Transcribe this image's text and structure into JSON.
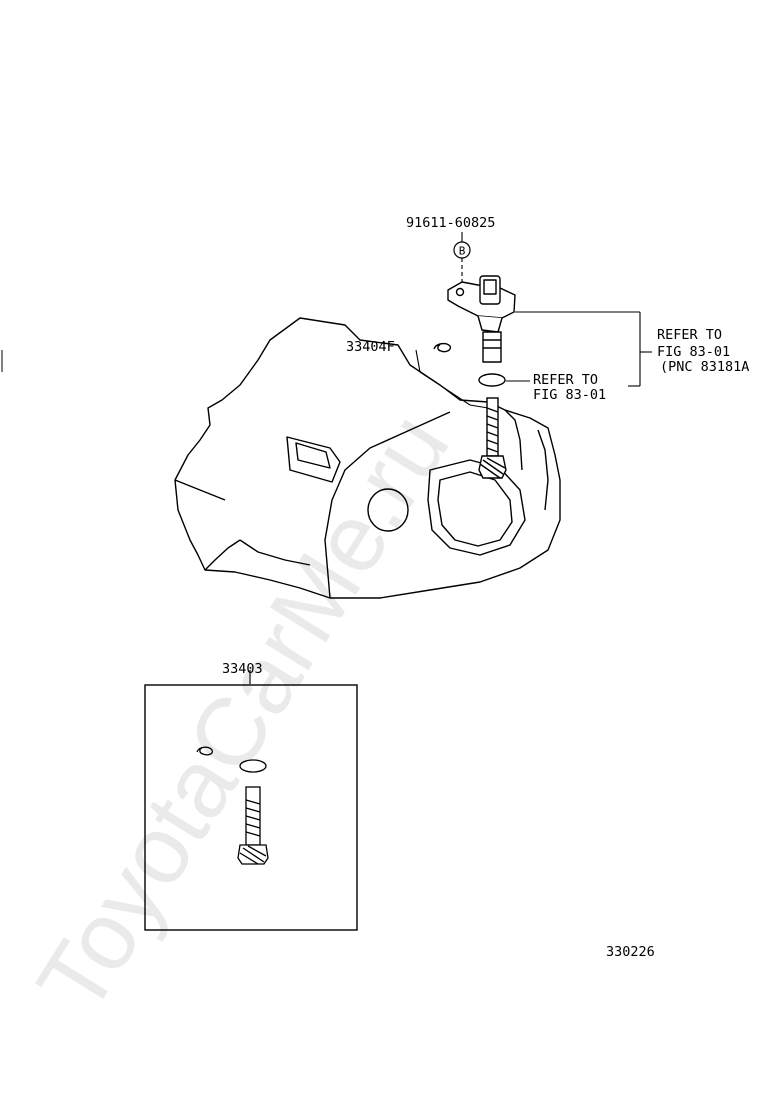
{
  "watermark": "ToyotaCarMe.ru",
  "parts": {
    "bolt_number": "91611-60825",
    "bolt_marker": "B",
    "clip_number": "33404F",
    "kit_number": "33403"
  },
  "notes": {
    "sensor_ref_line1": "REFER TO",
    "sensor_ref_line2": "FIG 83-01",
    "sensor_ref_line3": "(PNC 83181A",
    "oring_ref_line1": "REFER TO",
    "oring_ref_line2": "FIG 83-01"
  },
  "figure_number": "330226"
}
